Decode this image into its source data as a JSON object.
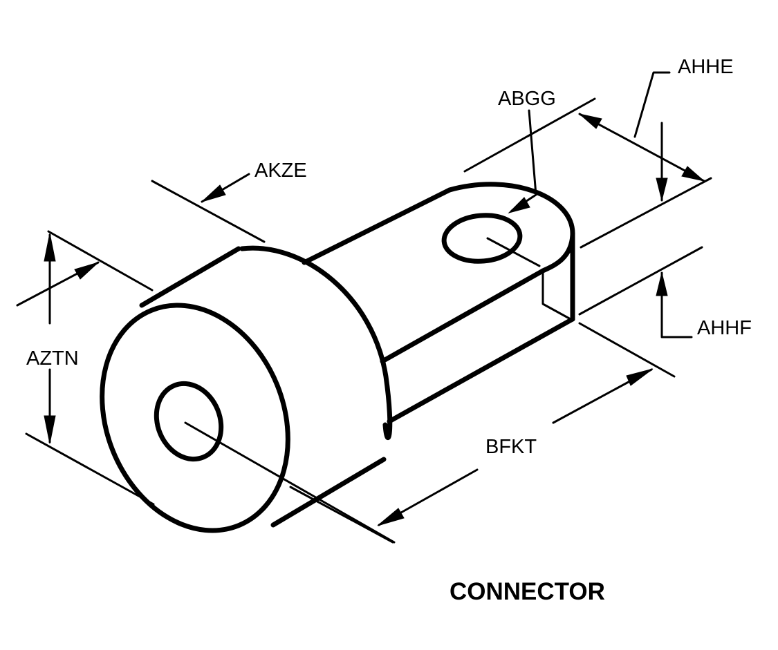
{
  "title": "CONNECTOR",
  "dimensions": {
    "ahhe": "AHHE",
    "abgg": "ABGG",
    "akze": "AKZE",
    "aztn": "AZTN",
    "ahhf": "AHHF",
    "bfkt": "BFKT"
  }
}
